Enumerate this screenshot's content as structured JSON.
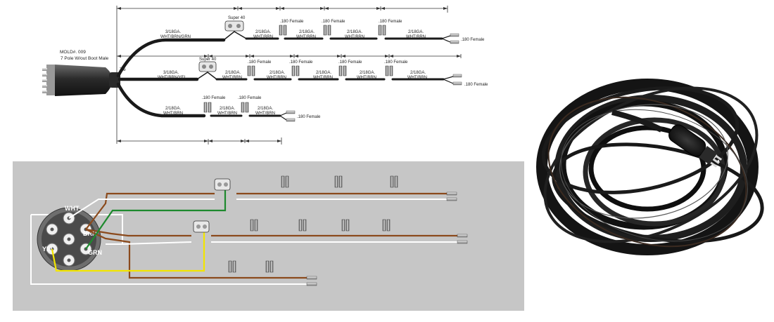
{
  "colors": {
    "cable": "#1a1a1a",
    "panel_bg": "#c6c6c6",
    "wire_brown": "#8b4a1c",
    "wire_white": "#ffffff",
    "wire_green": "#1e8a2e",
    "wire_yellow": "#f2e500",
    "dimension_line": "#333333"
  },
  "top_diagram": {
    "mold_label_1": "MOLD#. 009",
    "mold_label_2": "7 Pole W/out Boot Male",
    "tie_label": "Tie",
    "branch_1": {
      "seg1_ga": "3/18GA.",
      "seg1_colors": "WHT/BRN/GRN",
      "splitter": "Super 40",
      "female_1": ".180 Female",
      "female_2": ".180 Female",
      "female_3": ".180 Female",
      "seg2_ga": "2/18GA.",
      "seg2_colors": "WHT/BRN",
      "seg3_ga": "2/18GA.",
      "seg3_colors": "WHT/BRN",
      "seg4_ga": "2/18GA.",
      "seg4_colors": "WHT/BRN",
      "seg5_ga": "2/18GA.",
      "seg5_colors": "WHT/BRN",
      "end_label": ".180 Female"
    },
    "branch_2": {
      "seg1_ga": "3/18GA.",
      "seg1_colors": "WHT/BRN/YEL",
      "splitter": "Super 40",
      "female_1": ".180 Female",
      "female_2": ".180 Female",
      "female_3": ".180 Female",
      "female_4": ".180 Female",
      "seg2_ga": "2/18GA.",
      "seg2_colors": "WHT/BRN",
      "seg3_ga": "2/18GA.",
      "seg3_colors": "WHT/BRN",
      "seg4_ga": "2/18GA.",
      "seg4_colors": "WHT/BRN",
      "seg5_ga": "2/18GA.",
      "seg5_colors": "WHT/BRN",
      "seg6_ga": "2/18GA.",
      "seg6_colors": "WHT/BRN",
      "end_label": ".180 Female"
    },
    "branch_3": {
      "seg1_ga": "2/18GA.",
      "seg1_colors": "WHT/BRN",
      "female_1": ".180 Female",
      "female_2": ".180 Female",
      "seg2_ga": "2/18GA.",
      "seg2_colors": "WHT/BRN",
      "seg3_ga": "2/18GA.",
      "seg3_colors": "WHT/BRN",
      "end_label": ".180 Female"
    }
  },
  "pin_diagram": {
    "pin_wht": "WHT",
    "pin_brn": "BRN",
    "pin_yel": "YEL",
    "pin_grn": "GRN"
  },
  "photo": {
    "subject": "coiled-black-wire-harness"
  }
}
